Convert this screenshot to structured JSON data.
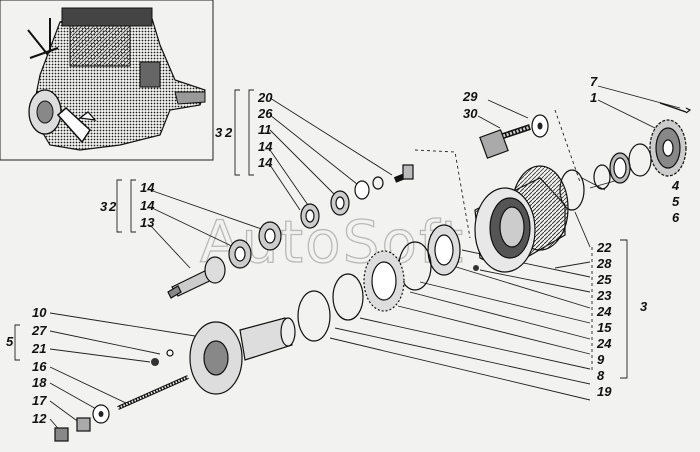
{
  "watermark": "AutoSoft",
  "callouts": {
    "n1": "1",
    "n3_right": "3",
    "n4": "4",
    "n5": "5",
    "n6": "6",
    "n7": "7",
    "n8": "8",
    "n9": "9",
    "n10": "10",
    "n11": "11",
    "n12": "12",
    "n13": "13",
    "n14_a": "14",
    "n14_b": "14",
    "n14_c": "14",
    "n14_d": "14",
    "n15": "15",
    "n16": "16",
    "n17": "17",
    "n18": "18",
    "n19": "19",
    "n20": "20",
    "n21": "21",
    "n22": "22",
    "n23": "23",
    "n24_a": "24",
    "n24_b": "24",
    "n25": "25",
    "n26": "26",
    "n27": "27",
    "n28": "28",
    "n29": "29",
    "n30": "30"
  },
  "groups": {
    "upper_3": "3",
    "upper_2": "2",
    "mid_3": "3",
    "mid_2": "2",
    "lower_5": "5"
  }
}
